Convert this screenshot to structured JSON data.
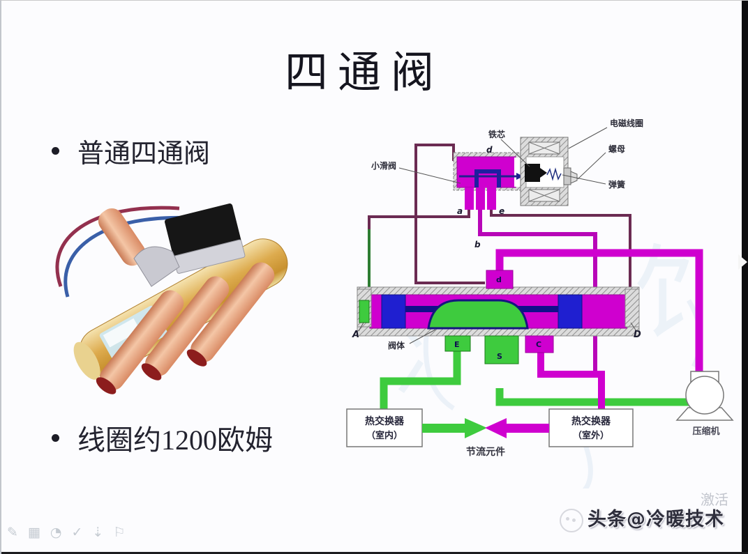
{
  "slide": {
    "title": "四通阀",
    "bullets": [
      "普通四通阀",
      "线圈约1200欧姆"
    ]
  },
  "diagram": {
    "labels": {
      "pilot_valve": "小滑阀",
      "iron_core": "铁芯",
      "solenoid_coil": "电磁线圈",
      "nut": "螺母",
      "spring": "弹簧",
      "valve_body": "阀体",
      "throttle": "节流元件",
      "compressor": "压缩机"
    },
    "hx_indoor": {
      "line1": "热交换器",
      "line2": "（室内）"
    },
    "hx_outdoor": {
      "line1": "热交换器",
      "line2": "（室外）"
    },
    "letters": {
      "pilot_d": "d",
      "cap_a": "a",
      "cap_e": "e",
      "cap_b": "b",
      "chamber_left": "A",
      "chamber_right": "D",
      "port_top": "d",
      "port_left": "E",
      "port_mid": "S",
      "port_right": "C"
    }
  },
  "watermark": {
    "brand": "头条@冷暖技术",
    "faded": "激活"
  },
  "toolbar": {
    "icons": [
      {
        "name": "pencil-icon",
        "glyph": "✎"
      },
      {
        "name": "grid-icon",
        "glyph": "▦"
      },
      {
        "name": "undo-icon",
        "glyph": "◔"
      },
      {
        "name": "check-icon",
        "glyph": "✓"
      },
      {
        "name": "arrow-icon",
        "glyph": "⇣"
      },
      {
        "name": "flag-icon",
        "glyph": "⚐"
      }
    ]
  },
  "colors": {
    "flow_magenta": "#cf00cf",
    "capillary_dark": "#6b2b52",
    "flow_green": "#3ecb3e",
    "capillary_green": "#2e7d32",
    "piston_blue": "#1f1fd0",
    "navy_outline": "#10108a",
    "brass": "#d9a441",
    "copper": "#e09a78"
  }
}
